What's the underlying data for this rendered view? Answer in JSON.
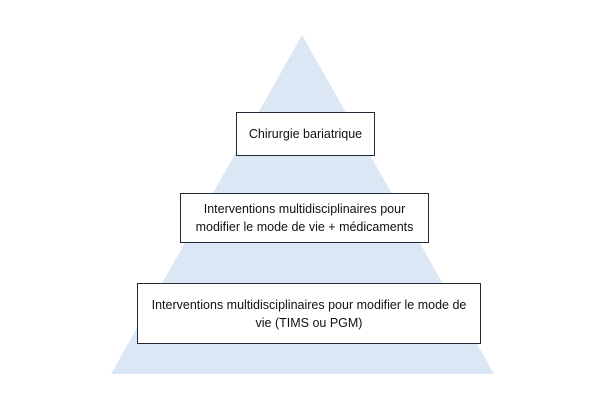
{
  "colors": {
    "pyramid_fill": "#dce7f5",
    "box_border": "#1f2a36"
  },
  "pyramid": {
    "levels": [
      {
        "label": "Chirurgie bariatrique"
      },
      {
        "label": "Interventions multidisciplinaires pour modifier le mode de vie + médicaments"
      },
      {
        "label": "Interventions multidisciplinaires pour modifier le mode de vie (TIMS ou PGM)"
      }
    ]
  }
}
